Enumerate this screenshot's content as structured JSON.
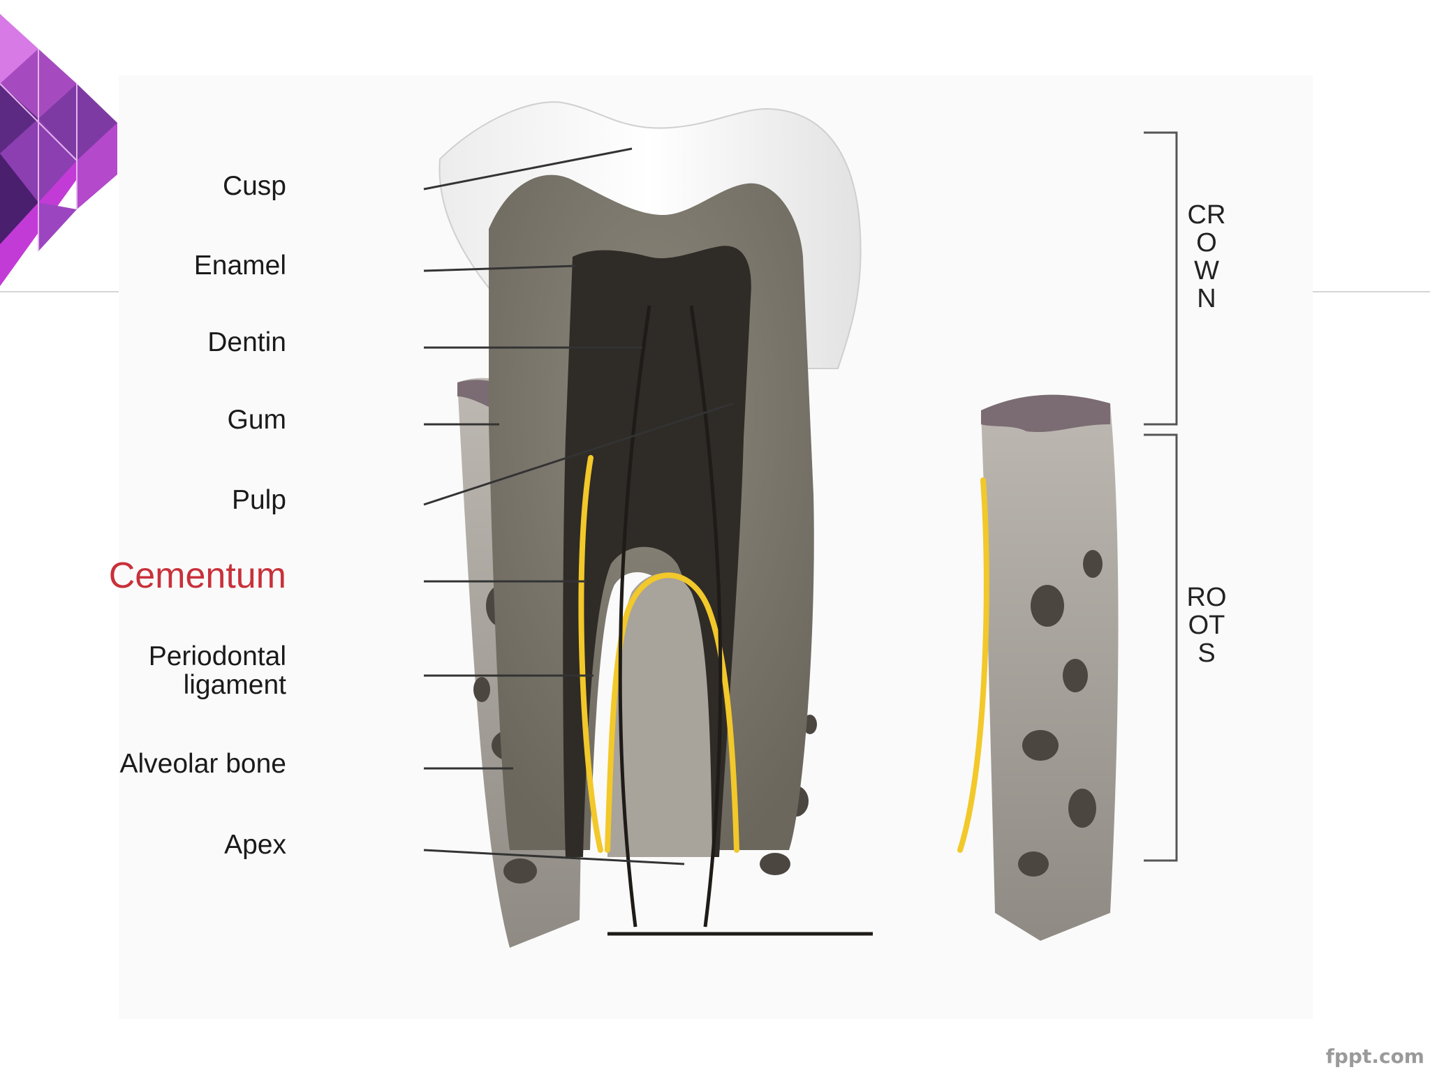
{
  "labels": {
    "cusp": "Cusp",
    "enamel": "Enamel",
    "dentin": "Dentin",
    "gum": "Gum",
    "pulp": "Pulp",
    "cementum": "Cementum",
    "periodontal_ligament": "Periodontal\nligament",
    "alveolar_bone": "Alveolar bone",
    "apex": "Apex"
  },
  "sections": {
    "crown": "CROWN",
    "roots": "ROOTS"
  },
  "watermark": "fppt.com",
  "colors": {
    "highlight_label": "#c8313a",
    "cementum_line": "#f2c82a",
    "logo_magenta": "#c33bd6",
    "logo_purple": "#6b2a8e"
  }
}
